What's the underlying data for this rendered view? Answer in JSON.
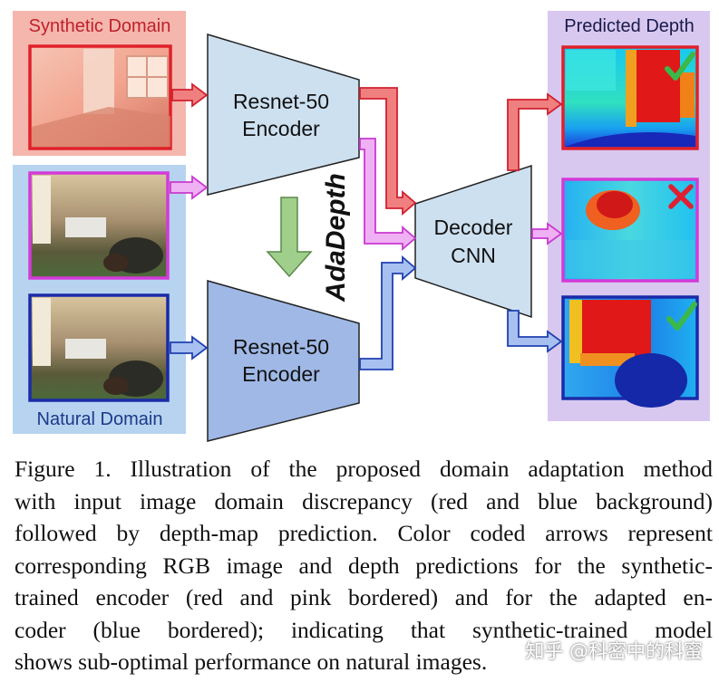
{
  "figure": {
    "synthetic_domain_label": "Synthetic Domain",
    "natural_domain_label": "Natural Domain",
    "predicted_depth_label": "Predicted Depth",
    "encoder_top_line1": "Resnet-50",
    "encoder_top_line2": "Encoder",
    "encoder_bottom_line1": "Resnet-50",
    "encoder_bottom_line2": "Encoder",
    "decoder_line1": "Decoder",
    "decoder_line2": "CNN",
    "adadepth_label": "AdaDepth",
    "colors": {
      "synthetic_bg": "#f4b6ad",
      "natural_bg": "#b7d3f0",
      "depth_panel_bg": "#d8c8f0",
      "red_arrow": "#e8404f",
      "pink_arrow": "#e27ee8",
      "blue_arrow": "#4a6fd0",
      "green_arrow": "#9fcf8a",
      "encoder_top_fill": "#cde0f0",
      "encoder_bottom_fill": "#9fb8e6"
    }
  },
  "caption": {
    "lines": [
      "Figure 1. Illustration of the proposed domain adaptation method",
      "with input image domain discrepancy (red and blue background)",
      "followed by depth-map prediction. Color coded arrows represent",
      "corresponding RGB image and depth predictions for the synthetic-",
      "trained encoder (red and pink bordered) and for the adapted en-",
      "coder (blue bordered); indicating that synthetic-trained model",
      "shows sub-optimal performance on natural images."
    ]
  },
  "watermark": "知乎 @科密中的科蜜"
}
